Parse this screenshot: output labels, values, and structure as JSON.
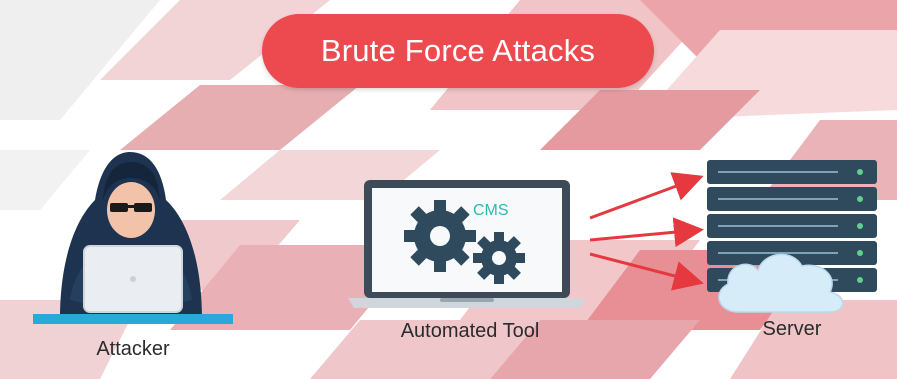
{
  "title": "Brute Force Attacks",
  "nodes": {
    "attacker": {
      "label": "Attacker",
      "icon": "hooded-hacker-icon"
    },
    "tool": {
      "label": "Automated Tool",
      "screen_text": "CMS",
      "icon": "gears-icon"
    },
    "server": {
      "label": "Server",
      "icon": "server-rack-icon"
    }
  },
  "colors": {
    "accent": "#ec4a4f",
    "dark": "#2e4a5c",
    "cms_text": "#2fb8b0",
    "cloud": "#d6ecf8"
  }
}
